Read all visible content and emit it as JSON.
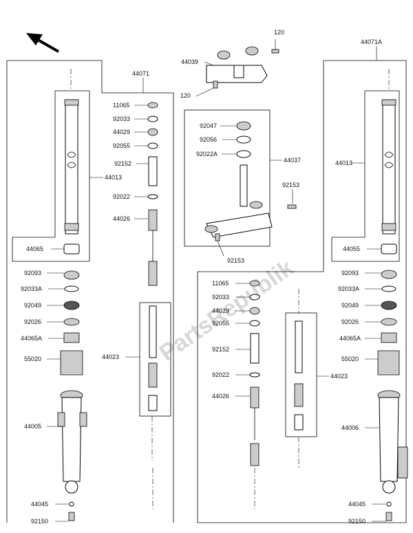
{
  "watermark": "PartsRepublik",
  "labels": {
    "l120a": "120",
    "l120b": "120",
    "l44039": "44039",
    "l44071": "44071",
    "l44071a": "44071A",
    "l44013l": "44013",
    "l44013r": "44013",
    "l44065l": "44065",
    "l44055r": "44055",
    "l92093l": "92093",
    "l92093r": "92093",
    "l92033al": "92033A",
    "l92033ar": "92033A",
    "l92049l": "92049",
    "l92049r": "92049",
    "l92026l": "92026",
    "l92026r": "92026",
    "l44065al": "44065A",
    "l44065ar": "44065A",
    "l55020l": "55020",
    "l55020r": "55020",
    "l44005": "44005",
    "l44006": "44006",
    "l44045l": "44045",
    "l44045r": "44045",
    "l92150l": "92150",
    "l92150r": "92150",
    "l11065a": "11065",
    "l92033a": "92033",
    "l44029a": "44029",
    "l92055a": "92055",
    "l92152a": "92152",
    "l92022a": "92022",
    "l44026a": "44026",
    "l44023a": "44023",
    "l11065b": "11065",
    "l92033b": "92033",
    "l44029b": "44029",
    "l92055b": "92055",
    "l92152b": "92152",
    "l92022b": "92022",
    "l44026b": "44026",
    "l44023b": "44023",
    "l92047": "92047",
    "l92056": "92056",
    "l92022ac": "92022A",
    "l44037": "44037",
    "l92153a": "92153",
    "l92153b": "92153"
  }
}
